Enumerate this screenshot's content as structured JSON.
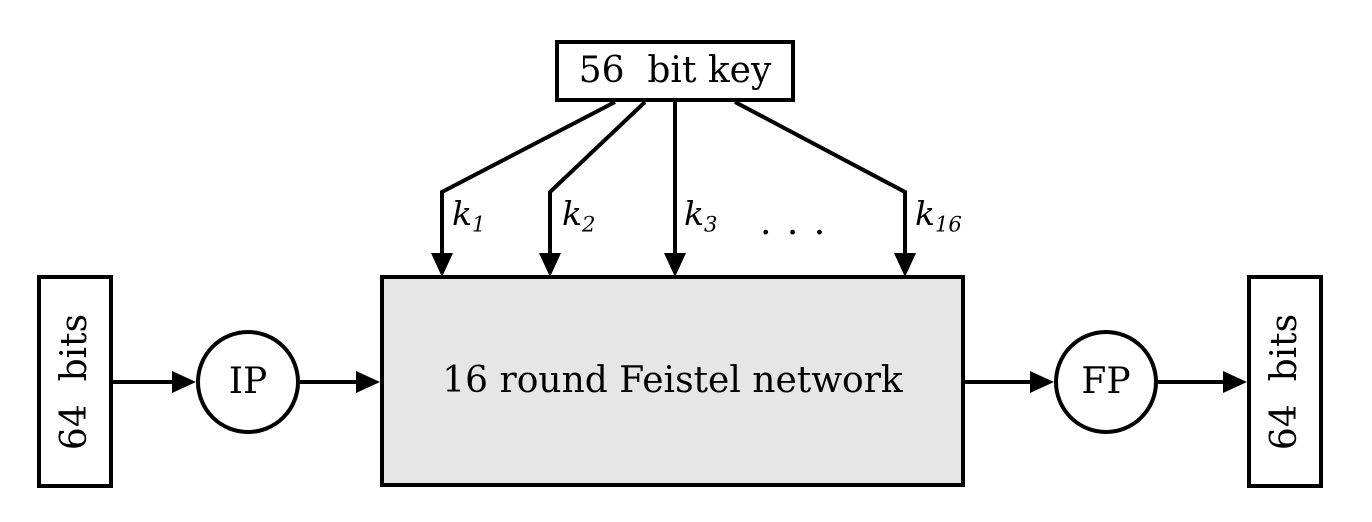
{
  "nodes": {
    "key_box": {
      "label": "56  bit key"
    },
    "feistel_box": {
      "label": "16 round Feistel network"
    },
    "input_box": {
      "label": "64  bits"
    },
    "output_box": {
      "label": "64  bits"
    },
    "ip_circle": {
      "label": "IP"
    },
    "fp_circle": {
      "label": "FP"
    }
  },
  "key_labels": [
    {
      "base": "k",
      "sub": "1"
    },
    {
      "base": "k",
      "sub": "2"
    },
    {
      "base": "k",
      "sub": "3"
    },
    {
      "base": "k",
      "sub": "16"
    }
  ],
  "ellipsis": ". . .",
  "colors": {
    "stroke": "#000000",
    "feistel_fill": "#e6e6e6",
    "background": "#ffffff"
  }
}
